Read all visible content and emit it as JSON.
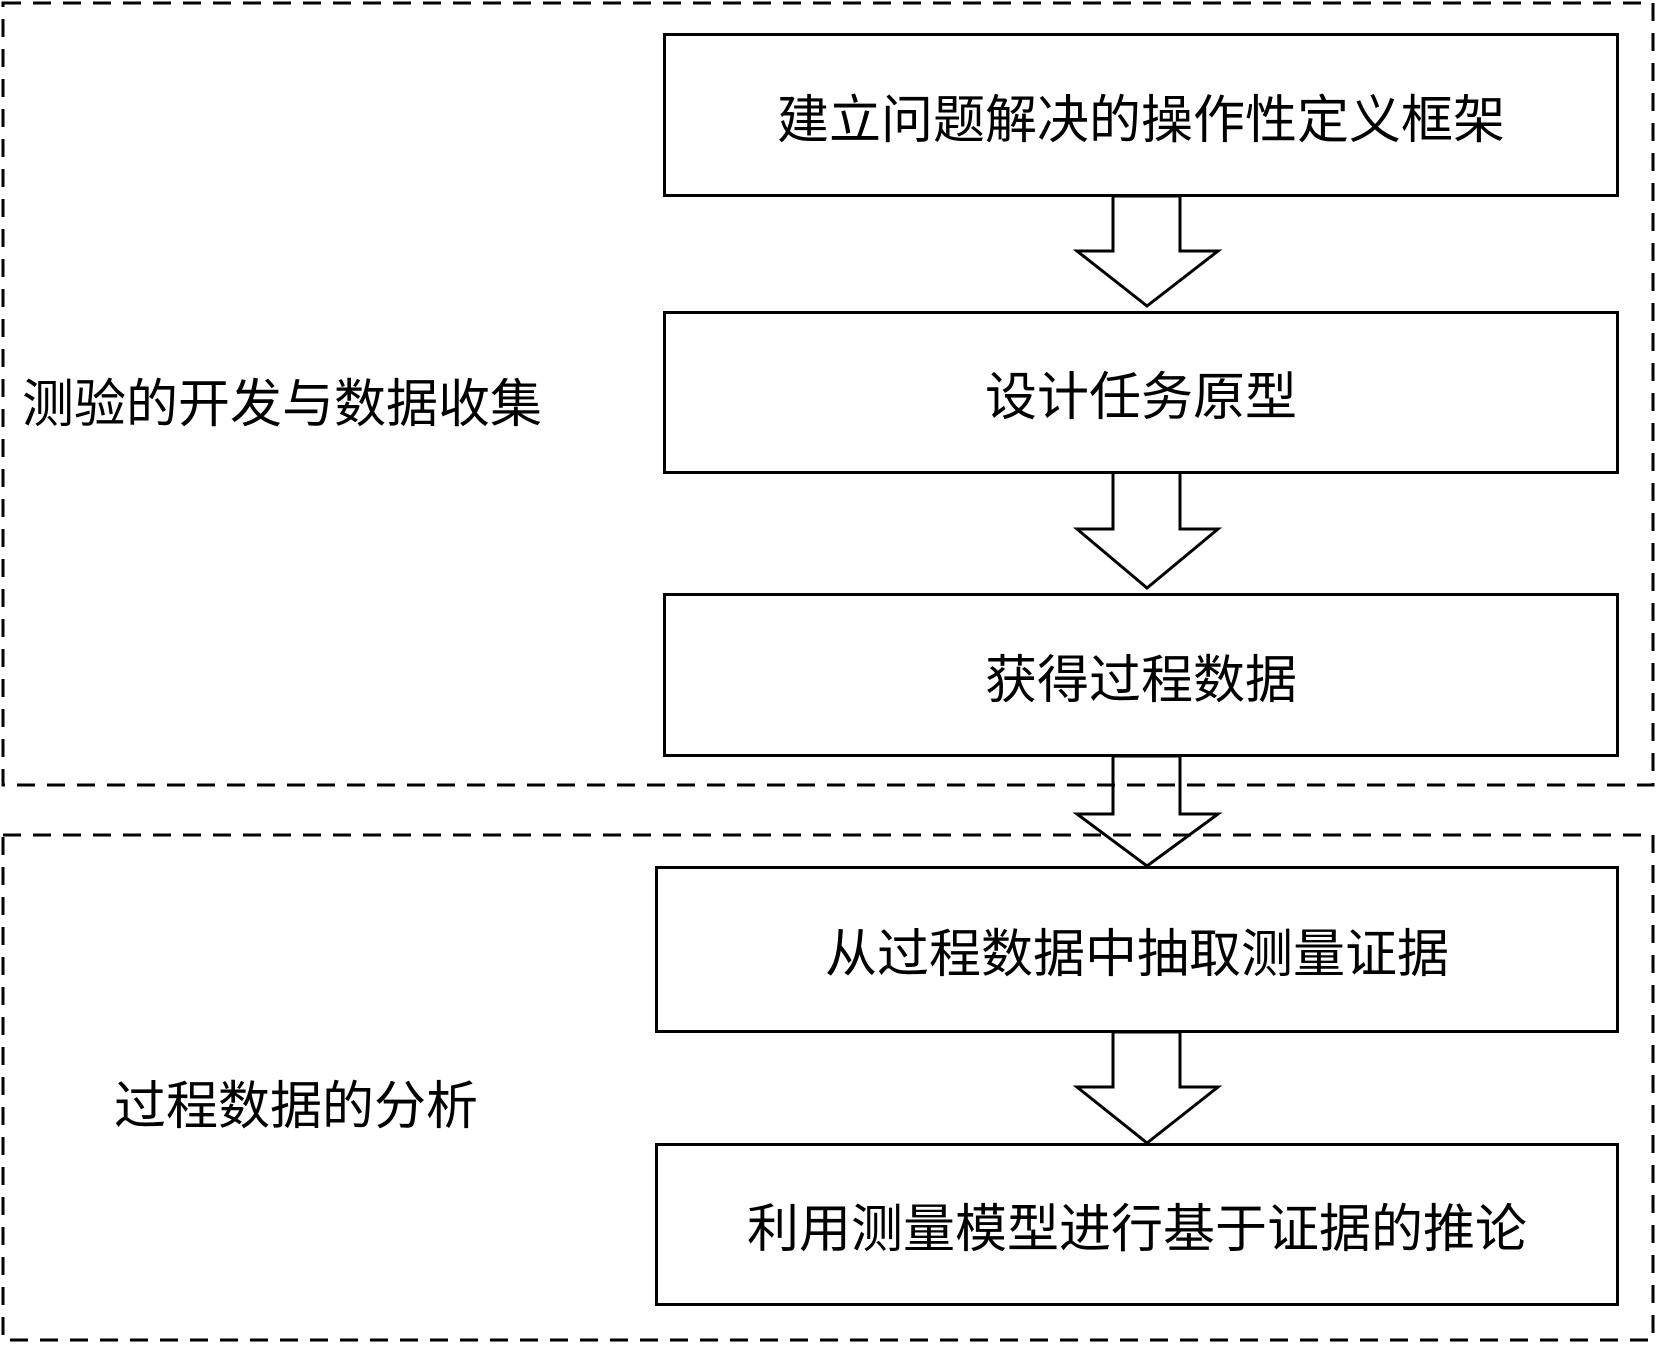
{
  "groups": [
    {
      "label": "测验的开发与数据收集"
    },
    {
      "label": "过程数据的分析"
    }
  ],
  "steps": [
    {
      "text": "建立问题解决的操作性定义框架"
    },
    {
      "text": "设计任务原型"
    },
    {
      "text": "获得过程数据"
    },
    {
      "text": "从过程数据中抽取测量证据"
    },
    {
      "text": "利用测量模型进行基于证据的推论"
    }
  ],
  "colors": {
    "stroke": "#000000",
    "background": "#ffffff"
  }
}
